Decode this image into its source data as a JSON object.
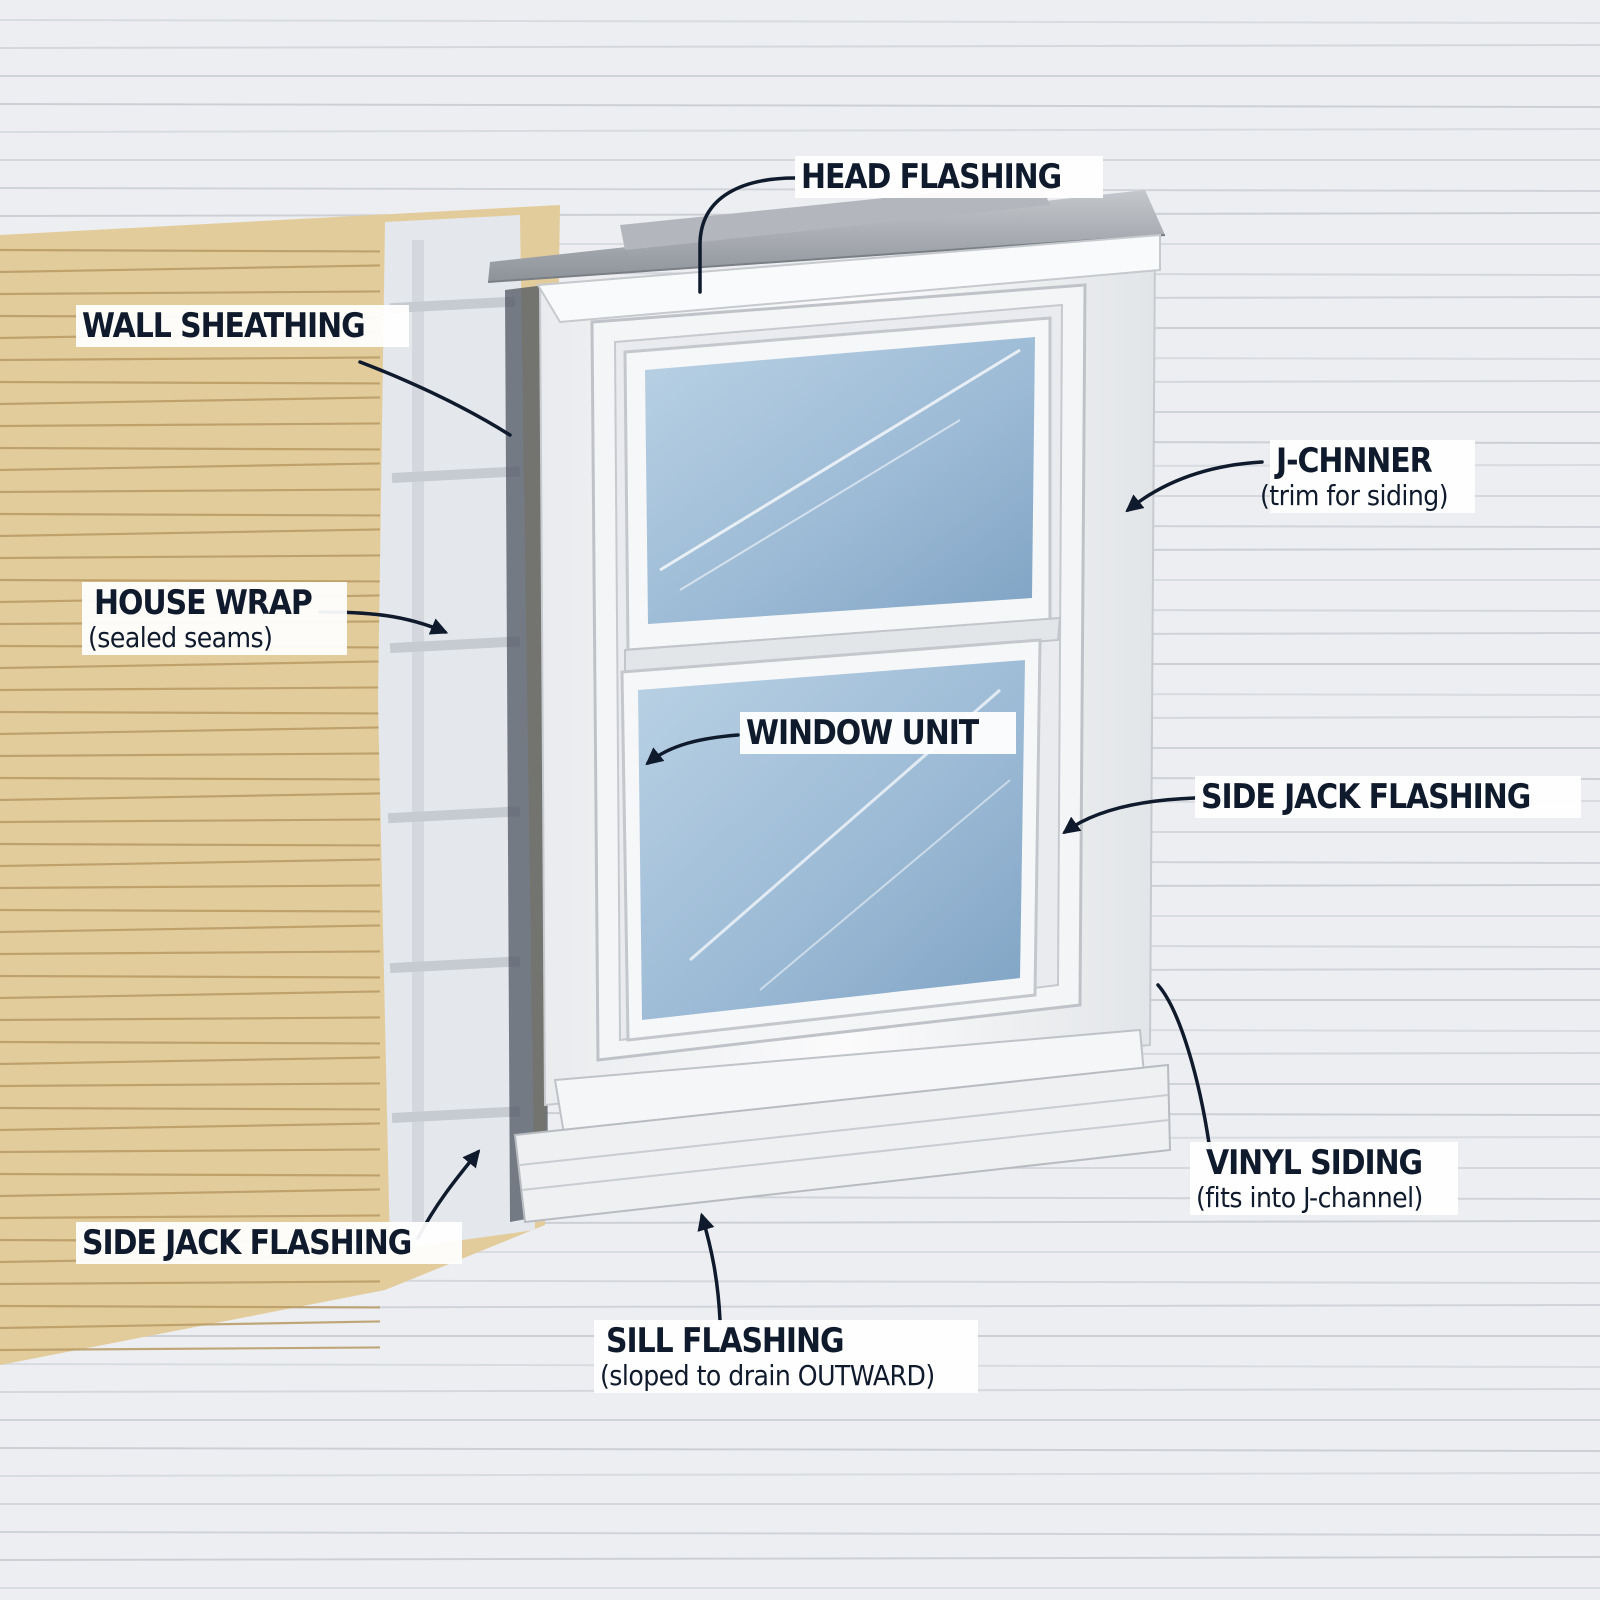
{
  "labels": {
    "head_flashing": {
      "title": "HEAD FLASHING"
    },
    "wall_sheathing": {
      "title": "WALL SHEATHING"
    },
    "j_channel": {
      "title": "J-CHNNER",
      "subtitle": "(trim for siding)"
    },
    "house_wrap": {
      "title": "HOUSE WRAP",
      "subtitle": "(sealed seams)"
    },
    "window_unit": {
      "title": "WINDOW UNIT"
    },
    "side_jack_flashing_right": {
      "title": "SIDE JACK FLASHING"
    },
    "side_jack_flashing_left": {
      "title": "SIDE JACK FLASHING"
    },
    "vinyl_siding": {
      "title": "VINYL SIDING",
      "subtitle": "(fits into J-channel)"
    },
    "sill_flashing": {
      "title": "SILL FLASHING",
      "subtitle": "(sloped to drain OUTWARD)"
    }
  },
  "colors": {
    "siding": "#eceef1",
    "siding_line": "#c9ccd2",
    "sheathing": "#e3cc9c",
    "sheathing_line": "#b99a62",
    "house_wrap": "#e6e8ec",
    "tape": "#bfc4cc",
    "flashing_metal": "#a7abb1",
    "trim": "#f7f8f9",
    "trim_shadow": "#c7cace",
    "glass": "#9fbfd8",
    "glass_dark": "#7fa3c2",
    "ink": "#0f1a2c"
  }
}
